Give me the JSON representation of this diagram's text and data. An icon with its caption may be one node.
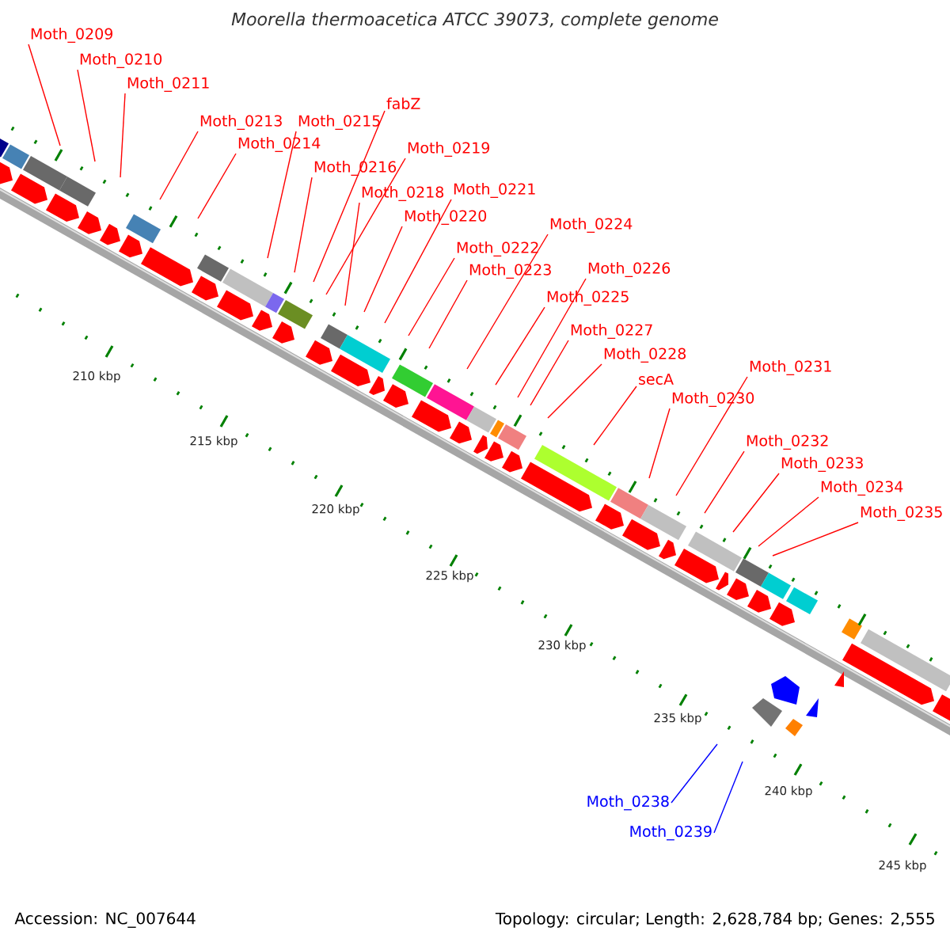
{
  "diagram": {
    "title": "Moorella thermoacetica ATCC 39073, complete genome",
    "nodes": [
      {
        "text": [
          "Moth_0209"
        ]
      },
      {
        "text": [
          "Moth_0210"
        ]
      },
      {
        "text": [
          "Moth_0211"
        ]
      },
      {
        "text": [
          "Moth_0213"
        ]
      },
      {
        "text": [
          "Moth_0214"
        ]
      },
      {
        "text": [
          "Moth_0215"
        ]
      },
      {
        "text": [
          "fabZ"
        ]
      },
      {
        "text": [
          "Moth_0216"
        ]
      },
      {
        "text": [
          "Moth_0219"
        ]
      },
      {
        "text": [
          "Moth_0218"
        ]
      },
      {
        "text": [
          "Moth_0221"
        ]
      },
      {
        "text": [
          "Moth_0220"
        ]
      },
      {
        "text": [
          "Moth_0222"
        ]
      },
      {
        "text": [
          "Moth_0224"
        ]
      },
      {
        "text": [
          "Moth_0223"
        ]
      },
      {
        "text": [
          "Moth_0226"
        ]
      },
      {
        "text": [
          "Moth_0225"
        ]
      },
      {
        "text": [
          "Moth_0227"
        ]
      },
      {
        "text": [
          "Moth_0228"
        ]
      },
      {
        "text": [
          "secA"
        ]
      },
      {
        "text": [
          "Moth_0231"
        ]
      },
      {
        "text": [
          "Moth_0230"
        ]
      },
      {
        "text": [
          "Moth_0232"
        ]
      },
      {
        "text": [
          "Moth_0233"
        ]
      },
      {
        "text": [
          "Moth_0234"
        ]
      },
      {
        "text": [
          "Moth_0235"
        ]
      },
      {
        "text": [
          "Moth_0238"
        ]
      },
      {
        "text": [
          "Moth_0239"
        ]
      }
    ],
    "edges": [
      {
        "from": 0,
        "to": null,
        "arrow": "none"
      },
      {
        "from": 1,
        "to": null,
        "arrow": "none"
      },
      {
        "from": 2,
        "to": null,
        "arrow": "none"
      },
      {
        "from": 3,
        "to": null,
        "arrow": "none"
      },
      {
        "from": 4,
        "to": null,
        "arrow": "none"
      },
      {
        "from": 5,
        "to": null,
        "arrow": "none"
      },
      {
        "from": 6,
        "to": null,
        "arrow": "none"
      },
      {
        "from": 7,
        "to": null,
        "arrow": "none"
      },
      {
        "from": 8,
        "to": null,
        "arrow": "none"
      },
      {
        "from": 9,
        "to": null,
        "arrow": "none"
      },
      {
        "from": 10,
        "to": null,
        "arrow": "none"
      },
      {
        "from": 11,
        "to": null,
        "arrow": "none"
      },
      {
        "from": 12,
        "to": null,
        "arrow": "none"
      },
      {
        "from": 13,
        "to": null,
        "arrow": "none"
      },
      {
        "from": 14,
        "to": null,
        "arrow": "none"
      },
      {
        "from": 15,
        "to": null,
        "arrow": "none"
      },
      {
        "from": 16,
        "to": null,
        "arrow": "none"
      },
      {
        "from": 17,
        "to": null,
        "arrow": "none"
      },
      {
        "from": 18,
        "to": null,
        "arrow": "none"
      },
      {
        "from": 19,
        "to": null,
        "arrow": "none"
      },
      {
        "from": 20,
        "to": null,
        "arrow": "none"
      },
      {
        "from": 21,
        "to": null,
        "arrow": "none"
      },
      {
        "from": 22,
        "to": null,
        "arrow": "none"
      },
      {
        "from": 23,
        "to": null,
        "arrow": "none"
      },
      {
        "from": 24,
        "to": null,
        "arrow": "none"
      },
      {
        "from": 25,
        "to": null,
        "arrow": "none"
      },
      {
        "from": 26,
        "to": null,
        "arrow": "none",
        "color": "#0000ff"
      },
      {
        "from": 27,
        "to": null,
        "arrow": "none",
        "color": "#0000ff"
      }
    ],
    "labels": [
      "210 kbp",
      "215 kbp",
      "220 kbp",
      "225 kbp",
      "230 kbp",
      "235 kbp",
      "240 kbp",
      "245 kbp",
      "Accession: NC_007644",
      "Topology: circular; Length: 2,628,784 bp; Genes: 2,555"
    ]
  }
}
